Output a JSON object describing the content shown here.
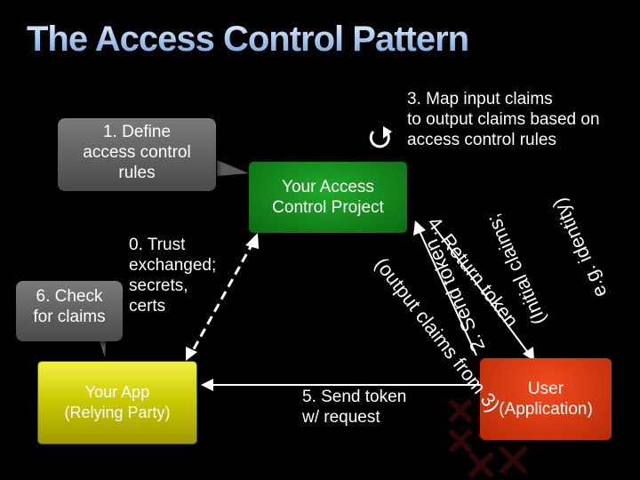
{
  "title": "The Access Control Pattern",
  "step3": [
    "3. Map input claims",
    "to output claims based on",
    "access control rules"
  ],
  "step1": [
    "1. Define",
    "access control",
    "rules"
  ],
  "control_project": [
    "Your Access",
    "Control Project"
  ],
  "step0": [
    "0. Trust",
    "exchanged;",
    "secrets,",
    "certs"
  ],
  "step6": [
    "6. Check",
    "for claims"
  ],
  "relying_party": [
    "Your App",
    "(Relying Party)"
  ],
  "step5": [
    "5. Send token",
    "w/ request"
  ],
  "user": [
    "User",
    "(Application)"
  ],
  "step2": [
    "2. Send token",
    "(Initial claims;",
    "e.g. identity)"
  ],
  "step4": [
    "4. Return token",
    "(output claims from 3)"
  ],
  "colors": {
    "title_gradient": [
      "#e9f3ff",
      "#6f9fd8"
    ],
    "control_project": "#14912a",
    "relying_party": "#d6d600",
    "user": "#e03a12",
    "callout": "#5f5f5f",
    "decor_x": "#3a0808"
  },
  "icons": {
    "loop": "circular-arrow-icon"
  }
}
